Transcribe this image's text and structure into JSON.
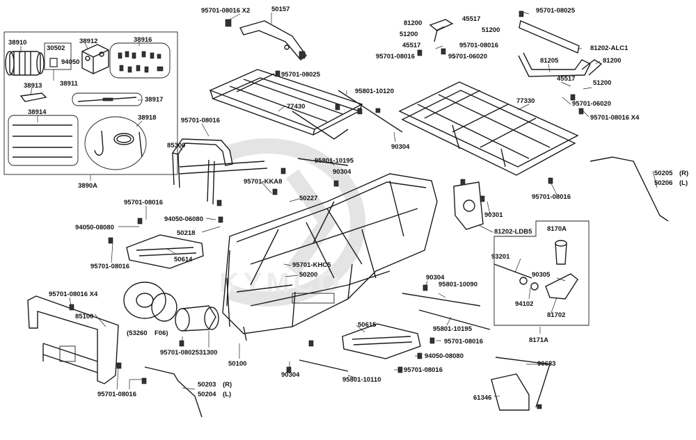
{
  "watermark": "KYMCO",
  "labels": {
    "p38910": "38910",
    "p30502": "30502",
    "p94050": "94050",
    "p38911": "38911",
    "p38912": "38912",
    "p38916": "38916",
    "p38913": "38913",
    "p38917": "38917",
    "p38914": "38914",
    "p38918": "38918",
    "p3890A": "3890A",
    "b95701_08016_x2": "95701-08016  X2",
    "p50157": "50157",
    "b95701_08025_top": "95701-08025",
    "p95801_10120": "95801-10120",
    "p77430": "77430",
    "b95701_08016_a": "95701-08016",
    "p85300": "85300",
    "p90304_a": "90304",
    "p95801_10195_a": "95801-10195",
    "p90304_b": "90304",
    "b95701_KKA8": "95701-KKA8",
    "p50227": "50227",
    "b95701_08016_b": "95701-08016",
    "b94050_06080": "94050-06080",
    "b94050_08080_a": "94050-08080",
    "p50218": "50218",
    "b95701_08016_c": "95701-08016",
    "p50614": "50614",
    "b95701_KHC5": "95701-KHC5",
    "p50200": "50200",
    "b95701_08016_x4_a": "95701-08016  X4",
    "p85100": "85100",
    "p53260": "(53260",
    "pF06": "F06)",
    "b95701_08025_b": "95701-08025",
    "p31300": "31300",
    "p50100": "50100",
    "b95701_08016_d": "95701-08016",
    "p50203": "50203",
    "p50203_r": "(R)",
    "p50204": "50204",
    "p50204_l": "(L)",
    "p81200_a": "81200",
    "p45517_a": "45517",
    "p51200_a": "51200",
    "p51200_b": "51200",
    "p45517_b": "45517",
    "b95701_08016_e": "95701-08016",
    "b95701_08016_f": "95701-08016",
    "b95701_06020_a": "95701-06020",
    "b95701_08025_c": "95701-08025",
    "p81202_ALC1": "81202-ALC1",
    "p81205": "81205",
    "p81200_b": "81200",
    "p45517_c": "45517",
    "p51200_c": "51200",
    "p77330": "77330",
    "b95701_06020_b": "95701-06020",
    "b95701_08016_x4_b": "95701-08016  X4",
    "p50205": "50205",
    "p50205_r": "(R)",
    "p50206": "50206",
    "p50206_l": "(L)",
    "b95701_08016_g": "95701-08016",
    "p90301": "90301",
    "p81202_LDB5": "81202-LDB5",
    "p8170A": "8170A",
    "p93201": "93201",
    "p90305": "90305",
    "p94102": "94102",
    "p81702": "81702",
    "p8171A": "8171A",
    "p90304_c": "90304",
    "p95801_10090": "95801-10090",
    "p95801_10195_b": "95801-10195",
    "p50615": "50615",
    "b95701_08016_h": "95701-08016",
    "b94050_08080_b": "94050-08080",
    "b95701_08016_i": "95701-08016",
    "p90304_d": "90304",
    "p95801_10110": "95801-10110",
    "p90683": "90683",
    "p61346": "61346"
  }
}
